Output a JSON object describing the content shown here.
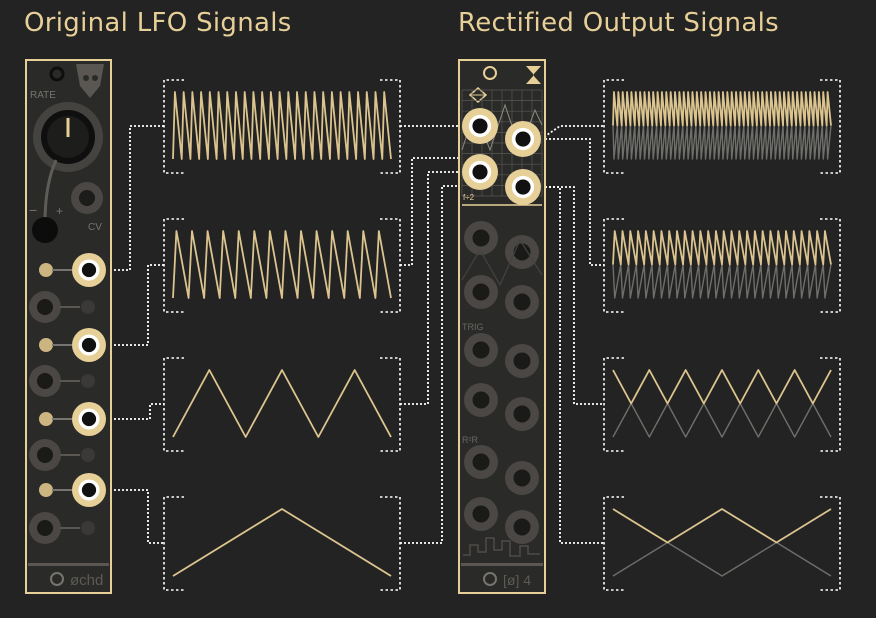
{
  "headings": {
    "left": "Original LFO Signals",
    "right": "Rectified Output Signals"
  },
  "module_ochd": {
    "rate_label": "RATE",
    "minus_label": "−",
    "plus_label": "+",
    "cv_label": "CV",
    "brand_label": "øchd"
  },
  "module_rectifier": {
    "f2_label": "f÷2",
    "trig_label": "TRIG",
    "r2r_label": "R²R",
    "brand_label": "[ø] 4"
  },
  "colors": {
    "background": "#232323",
    "panel": "#2a2a28",
    "accent": "#e7cf98",
    "wave": "#dcc48e",
    "wave_dim": "#6e6e6a",
    "jack_dark": "#4a4744",
    "connector": "#ffffff"
  },
  "icons": [
    "logo-icon",
    "hourglass-icon",
    "diamond-icon",
    "rate-knob-icon"
  ],
  "signals": {
    "original": [
      {
        "shape": "sawtooth",
        "cycles": 25
      },
      {
        "shape": "sawtooth",
        "cycles": 14
      },
      {
        "shape": "triangle",
        "cycles": 3
      },
      {
        "shape": "triangle",
        "cycles": 1
      }
    ],
    "rectified": [
      {
        "shape": "rectified-saw",
        "cycles": 50
      },
      {
        "shape": "rectified-saw",
        "cycles": 28
      },
      {
        "shape": "rectified-triangle",
        "cycles": 6
      },
      {
        "shape": "rectified-triangle",
        "cycles": 2
      }
    ]
  }
}
